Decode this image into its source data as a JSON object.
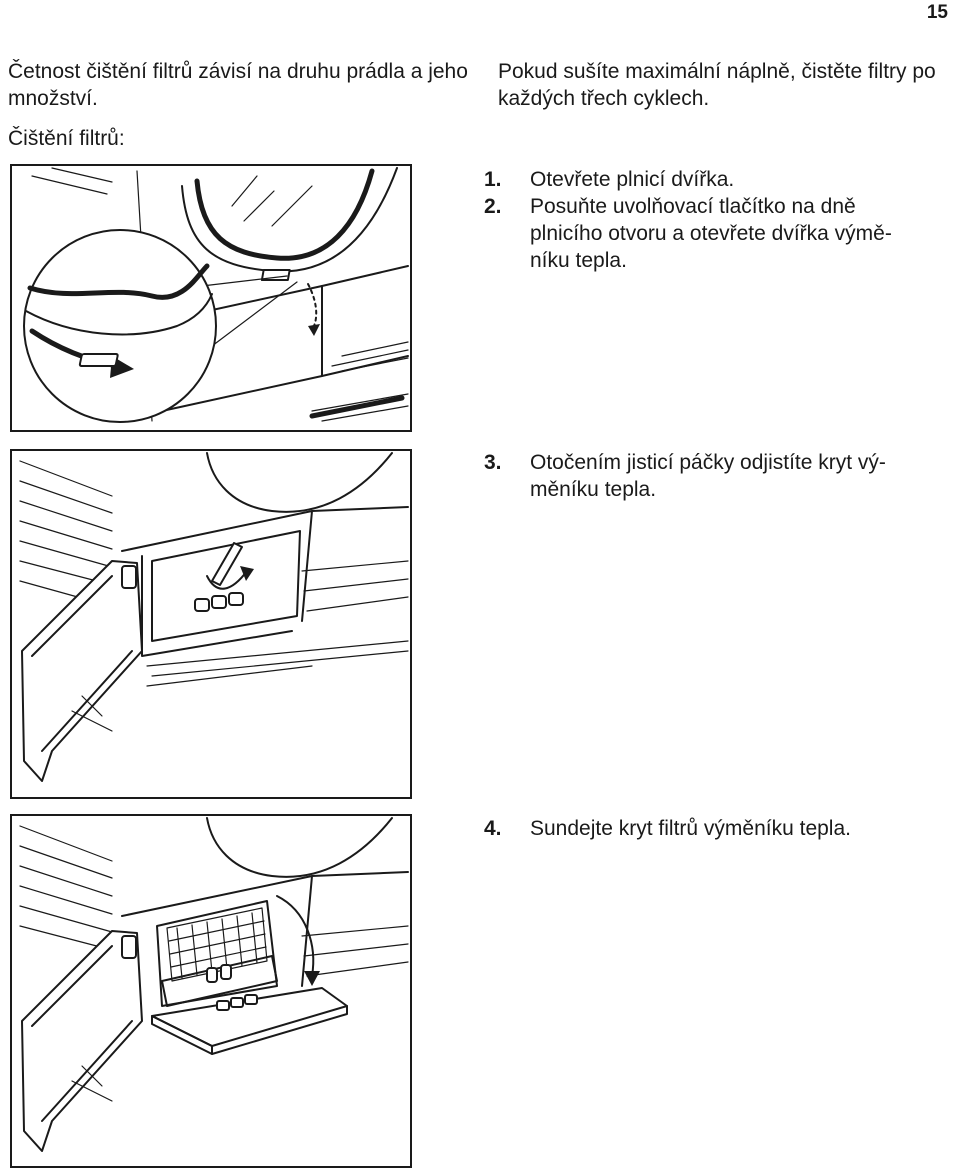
{
  "page": {
    "number": "15"
  },
  "intro": {
    "left_text": "Četnost čištění filtrů závisí na druhu prádla a jeho množství.",
    "right_text": "Pokud sušíte maximální náplně, čistěte filtry po každých třech cyklech.",
    "section_label": "Čištění filtrů:"
  },
  "steps": [
    {
      "number": "1.",
      "line1": "Otevřete plnicí dvířka.",
      "line2": ""
    },
    {
      "number": "2.",
      "line1": "Posuňte uvolňovací tlačítko na dně",
      "line2": "plnicího otvoru a otevřete dvířka výmě-",
      "line3": "níku tepla."
    },
    {
      "number": "3.",
      "line1": "Otočením jisticí páčky odjistíte kryt vý-",
      "line2": "měníku tepla."
    },
    {
      "number": "4.",
      "line1": "Sundejte kryt filtrů výměníku tepla.",
      "line2": ""
    }
  ]
}
